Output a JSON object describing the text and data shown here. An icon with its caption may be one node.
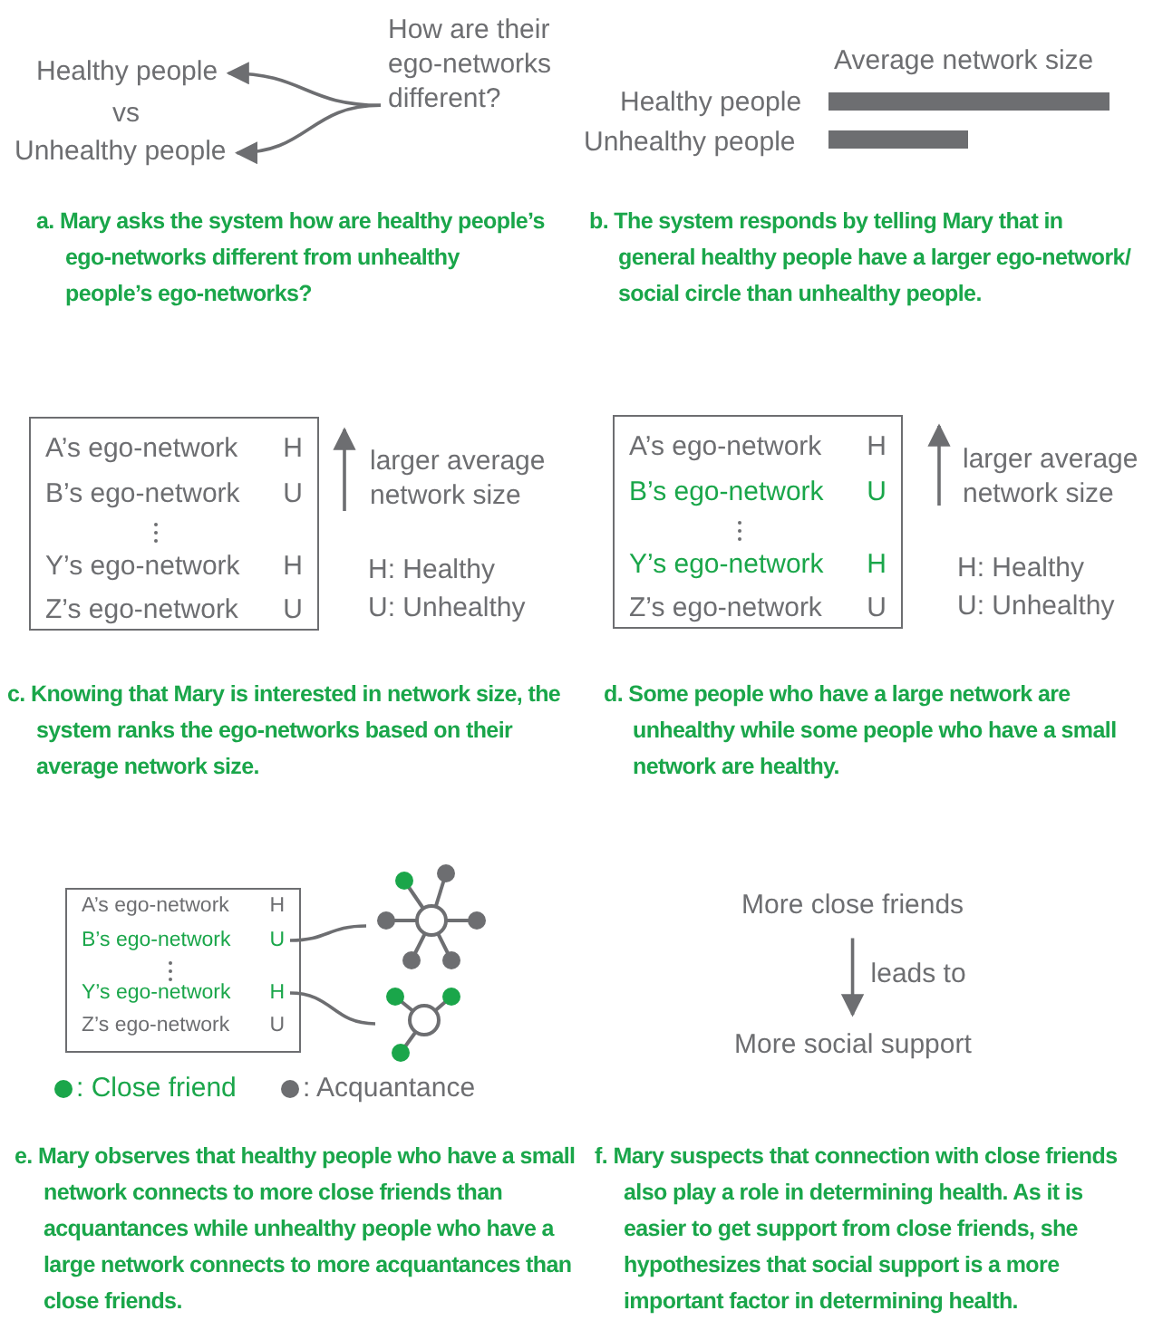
{
  "diagram": {
    "nodes": [
      {
        "text": [
          "How are their ego-networks different?"
        ]
      },
      {
        "text": [
          "Healthy people"
        ]
      },
      {
        "text": [
          "Unhealthy people"
        ]
      },
      {
        "text": [],
        "shape": "box"
      },
      {
        "text": [
          "A’s ego-network",
          "H"
        ],
        "in": 3
      },
      {
        "text": [
          "B’s ego-network",
          "U"
        ],
        "in": 3
      },
      {
        "text": [
          "Y’s ego-network",
          "H"
        ],
        "in": 3
      },
      {
        "text": [
          "Z’s ego-network",
          "U"
        ],
        "in": 3
      },
      {
        "text": [],
        "shape": "box"
      },
      {
        "text": [
          "A’s ego-network",
          "H"
        ],
        "in": 8
      },
      {
        "text": [
          "B’s ego-network",
          "U"
        ],
        "in": 8
      },
      {
        "text": [
          "Y’s ego-network",
          "H"
        ],
        "in": 8
      },
      {
        "text": [
          "Z’s ego-network",
          "U"
        ],
        "in": 8
      },
      {
        "text": [],
        "shape": "box"
      },
      {
        "text": [
          "A’s ego-network",
          "H"
        ],
        "in": 13
      },
      {
        "text": [
          "B’s ego-network",
          "U"
        ],
        "in": 13
      },
      {
        "text": [
          "Y’s ego-network",
          "H"
        ],
        "in": 13
      },
      {
        "text": [
          "Z’s ego-network",
          "U"
        ],
        "in": 13
      },
      {
        "text": [],
        "shape": "picture"
      },
      {
        "text": [],
        "shape": "picture"
      },
      {
        "text": [
          "More close friends"
        ]
      },
      {
        "text": [
          "More social support"
        ]
      }
    ],
    "edges": [
      {
        "from": 0,
        "to": 1,
        "arrow": "to"
      },
      {
        "from": 0,
        "to": 2,
        "arrow": "to"
      },
      {
        "from": 15,
        "to": 18,
        "arrow": "none"
      },
      {
        "from": 16,
        "to": 19,
        "arrow": "none"
      },
      {
        "from": 20,
        "to": 21,
        "arrow": "to",
        "label": "leads to"
      }
    ],
    "labels": [
      "vs",
      "Average network size",
      "Healthy people",
      "Unhealthy people",
      "a. Mary asks the system how are healthy people’s ego-networks different from unhealthy people’s ego-networks?",
      "b. The system responds by telling Mary that in general healthy people have a larger ego-network/ social circle than unhealthy people.",
      "larger average network size",
      "H: Healthy",
      "U: Unhealthy",
      "larger average network size",
      "H: Healthy",
      "U: Unhealthy",
      "c. Knowing that Mary is interested in network size, the system ranks the ego-networks based on their  average network size.",
      "d. Some people who have a large network are unhealthy while some people who have a small network are healthy.",
      "e. Mary observes that healthy people who have a small network connects to more close friends than acquantances while unhealthy people who have a large network connects to more acquantances than close friends.",
      "f. Mary suspects that connection with close friends also play a role in determining health. As it is easier to get support from close friends, she hypothesizes that social support is a more important factor in determining health."
    ],
    "legend": [
      {
        "text": ": Close friend",
        "color": "#1aa64a"
      },
      {
        "text": ": Acquantance",
        "color": "#6d6e71"
      }
    ]
  }
}
